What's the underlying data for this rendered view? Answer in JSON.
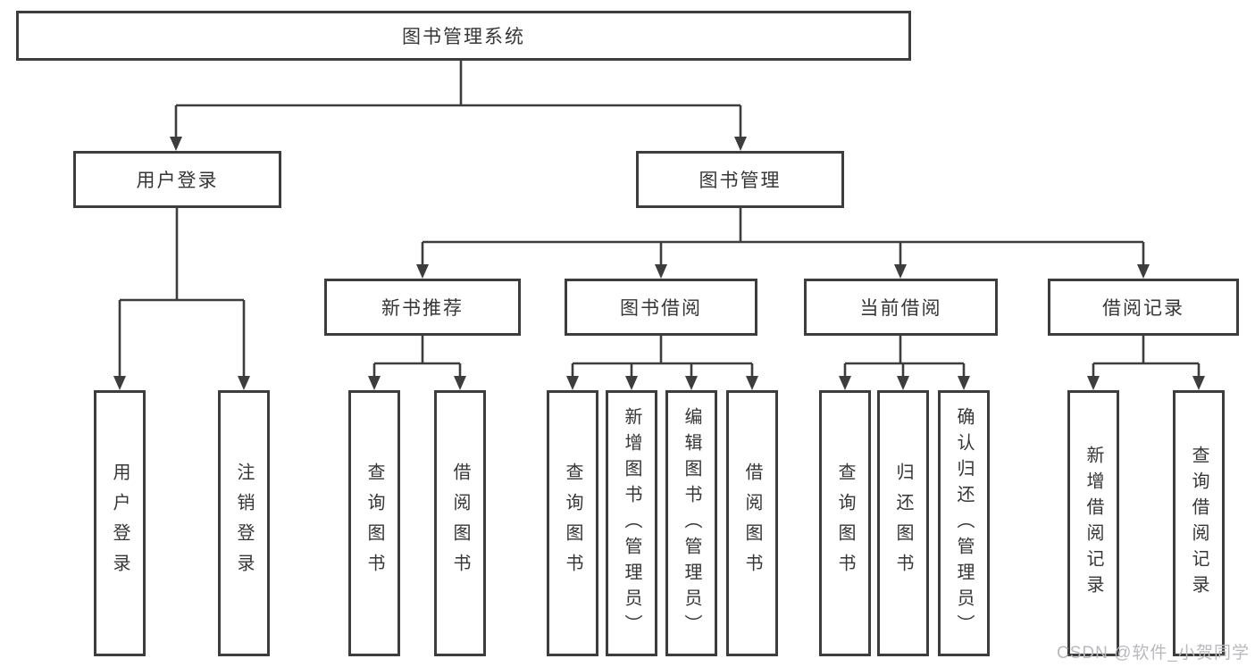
{
  "tree": {
    "root": {
      "label": "图书管理系统"
    },
    "branches": [
      {
        "label": "用户登录",
        "children": [
          {
            "label": "用户登录"
          },
          {
            "label": "注销登录"
          }
        ]
      },
      {
        "label": "图书管理",
        "children": [
          {
            "label": "新书推荐",
            "children": [
              {
                "label": "查询图书"
              },
              {
                "label": "借阅图书"
              }
            ]
          },
          {
            "label": "图书借阅",
            "children": [
              {
                "label": "查询图书"
              },
              {
                "label": "新增图书（管理员）"
              },
              {
                "label": "编辑图书（管理员）"
              },
              {
                "label": "借阅图书"
              }
            ]
          },
          {
            "label": "当前借阅",
            "children": [
              {
                "label": "查询图书"
              },
              {
                "label": "归还图书"
              },
              {
                "label": "确认归还（管理员）"
              }
            ]
          },
          {
            "label": "借阅记录",
            "children": [
              {
                "label": "新增借阅记录"
              },
              {
                "label": "查询借阅记录"
              }
            ]
          }
        ]
      }
    ]
  },
  "watermark": {
    "text": "CSDN @软件_小贺同学"
  },
  "colors": {
    "line": "#3d3d3d",
    "text": "#363636",
    "bg": "#ffffff",
    "wm": "#b9b9be"
  }
}
